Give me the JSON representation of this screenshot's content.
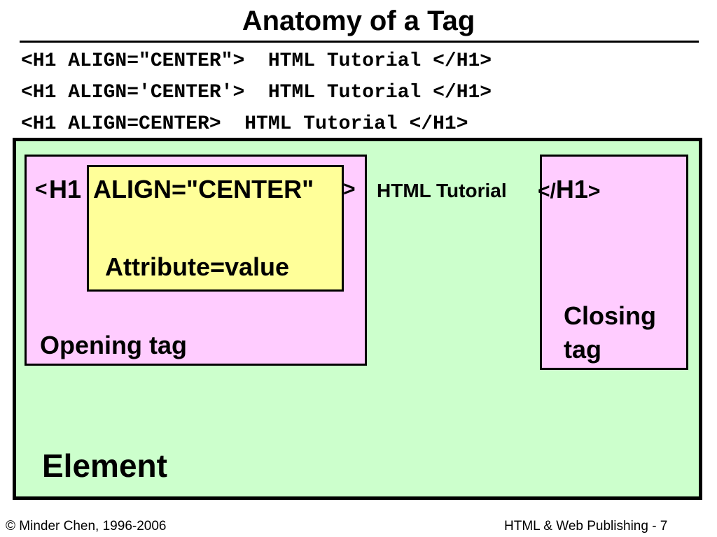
{
  "slide": {
    "title": "Anatomy of a Tag",
    "code_lines": [
      "<H1 ALIGN=\"CENTER\">  HTML Tutorial </H1>",
      "<H1 ALIGN='CENTER'>  HTML Tutorial </H1>",
      "<H1 ALIGN=CENTER>  HTML Tutorial </H1>"
    ]
  },
  "diagram": {
    "open_lt": "<",
    "open_name": "H1",
    "attribute": "ALIGN=\"CENTER\"",
    "open_gt": ">",
    "content": "HTML Tutorial",
    "close_lt": "</",
    "close_name": "H1",
    "close_gt": ">",
    "attribute_label": "Attribute=value",
    "opening_label": "Opening tag",
    "closing_label_line1": "Closing",
    "closing_label_line2": "tag",
    "element_label": "Element",
    "colors": {
      "element_fill": "#ccffcc",
      "tag_fill": "#ffccff",
      "attribute_fill": "#ffff99"
    }
  },
  "footer": {
    "left": "© Minder Chen, 1996-2006",
    "right": "HTML & Web Publishing - 7"
  }
}
